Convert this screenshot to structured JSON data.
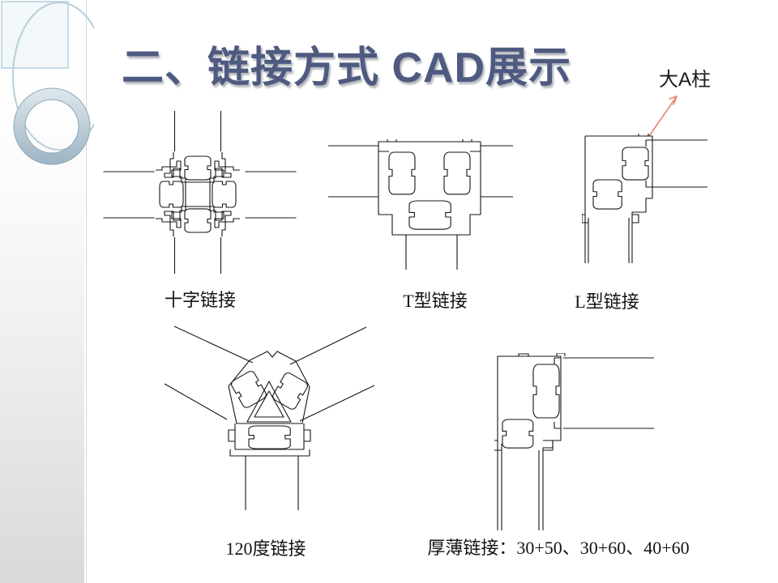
{
  "slide": {
    "title": "二、链接方式 CAD展示",
    "callout": {
      "label": "大A柱"
    },
    "figures": [
      {
        "name": "cross",
        "caption": "十字链接"
      },
      {
        "name": "t-type",
        "caption": "T型链接"
      },
      {
        "name": "l-type",
        "caption": "L型链接"
      },
      {
        "name": "angle-120",
        "caption": "120度链接"
      },
      {
        "name": "thick-thin",
        "caption": "厚薄链接：30+50、30+60、40+60"
      }
    ],
    "colors": {
      "title_text": "#4E5A80",
      "callout_arrow": "#E8806A",
      "drawing_line": "#161616",
      "sidebar_gradient_bottom": "#D7D9DA",
      "decor_circle_stroke": "#B7CEDC",
      "ring_gradient_top": "#DEE8ED",
      "ring_gradient_bottom": "#9EB4C4"
    }
  }
}
